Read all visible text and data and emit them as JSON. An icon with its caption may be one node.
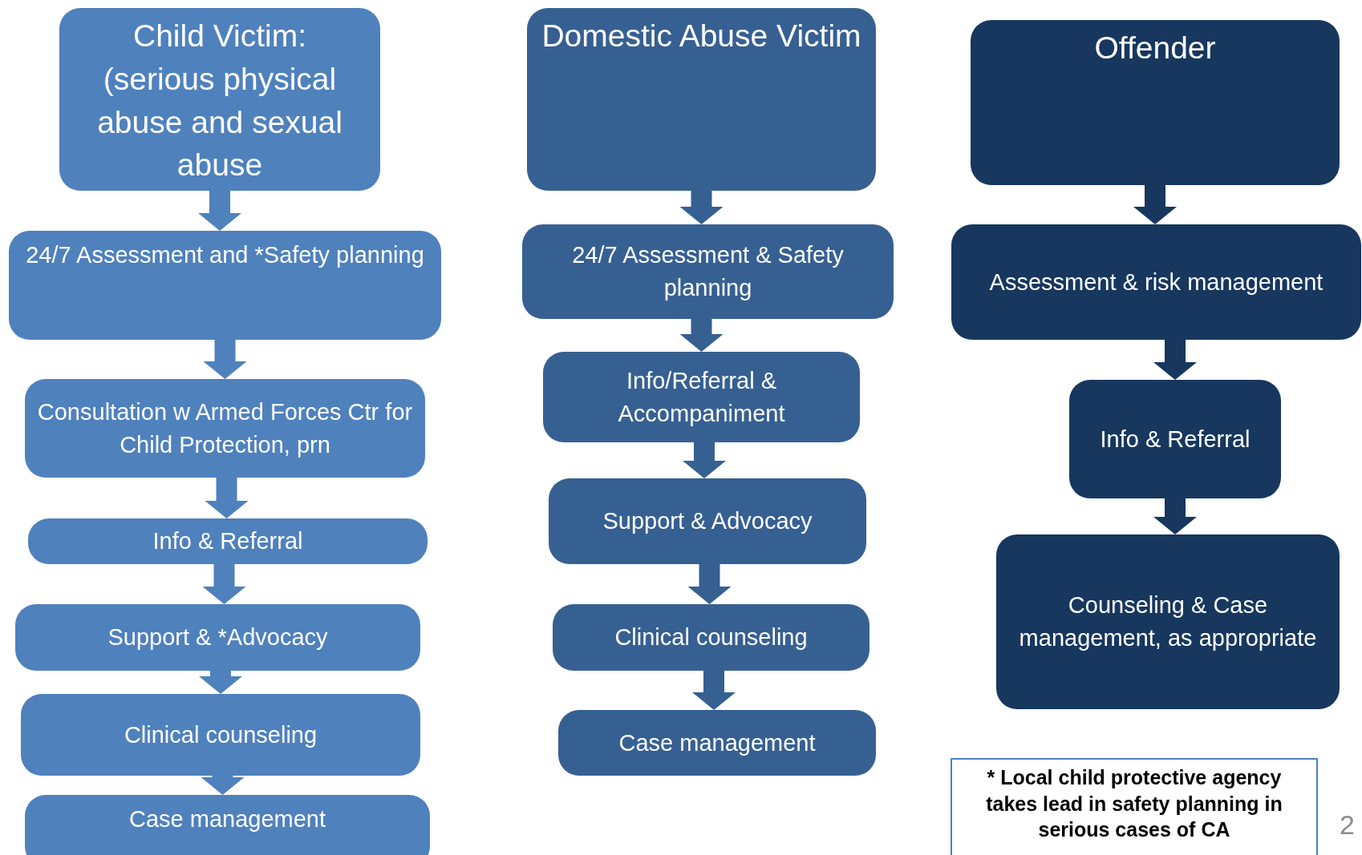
{
  "diagram": {
    "nodes": [
      {
        "text": [
          "Child Victim: (serious physical abuse and sexual abuse"
        ]
      },
      {
        "text": [
          "24/7 Assessment and *Safety planning"
        ]
      },
      {
        "text": [
          "Consultation w Armed Forces Ctr  for Child Protection, prn"
        ]
      },
      {
        "text": [
          "Info  & Referral"
        ]
      },
      {
        "text": [
          "Support  & *Advocacy"
        ]
      },
      {
        "text": [
          "Clinical counseling"
        ]
      },
      {
        "text": [
          "Case management"
        ]
      },
      {
        "text": [
          "Domestic Abuse Victim"
        ]
      },
      {
        "text": [
          "24/7 Assessment & Safety planning"
        ]
      },
      {
        "text": [
          "Info/Referral  & Accompaniment"
        ]
      },
      {
        "text": [
          "Support & Advocacy"
        ]
      },
      {
        "text": [
          "Clinical counseling"
        ]
      },
      {
        "text": [
          "Case management"
        ]
      },
      {
        "text": [
          "Offender"
        ]
      },
      {
        "text": [
          "Assessment & risk management"
        ]
      },
      {
        "text": [
          "Info & Referral"
        ]
      },
      {
        "text": [
          "Counseling & Case management, as appropriate"
        ]
      },
      {
        "text": [
          "* Local child protective agency takes lead in safety  planning in serious cases of CA"
        ]
      }
    ],
    "edges": [
      {
        "from": 0,
        "to": 1,
        "arrow": "to"
      },
      {
        "from": 1,
        "to": 2,
        "arrow": "to"
      },
      {
        "from": 2,
        "to": 3,
        "arrow": "to"
      },
      {
        "from": 3,
        "to": 4,
        "arrow": "to"
      },
      {
        "from": 4,
        "to": 5,
        "arrow": "to"
      },
      {
        "from": 5,
        "to": 6,
        "arrow": "to"
      },
      {
        "from": 7,
        "to": 8,
        "arrow": "to",
        "color": "#366092"
      },
      {
        "from": 8,
        "to": 9,
        "arrow": "to",
        "color": "#366092"
      },
      {
        "from": 9,
        "to": 10,
        "arrow": "to",
        "color": "#366092"
      },
      {
        "from": 10,
        "to": 11,
        "arrow": "to",
        "color": "#366092"
      },
      {
        "from": 11,
        "to": 12,
        "arrow": "to",
        "color": "#366092"
      },
      {
        "from": 13,
        "to": 14,
        "arrow": "to",
        "color": "#17375e"
      },
      {
        "from": 14,
        "to": 15,
        "arrow": "to",
        "color": "#17375e"
      },
      {
        "from": 15,
        "to": 16,
        "arrow": "to",
        "color": "#17375e"
      }
    ],
    "labels": [
      "2"
    ]
  }
}
